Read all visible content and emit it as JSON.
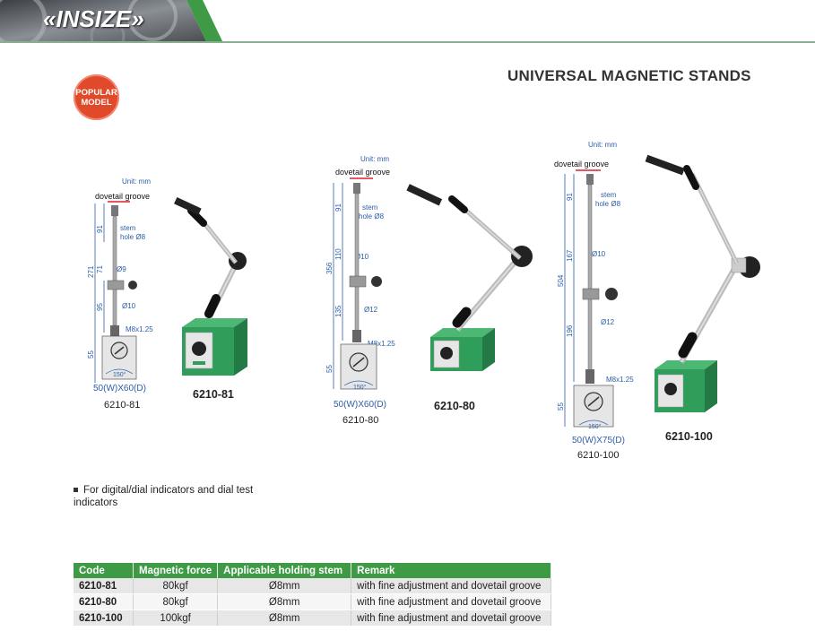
{
  "header": {
    "brand": "«INSIZE»",
    "title": "UNIVERSAL MAGNETIC STANDS"
  },
  "badge": {
    "line1": "POPULAR",
    "line2": "MODEL"
  },
  "colors": {
    "brand_green": "#3f9a46",
    "badge_red": "#e04a2a",
    "dim_blue": "#2c5ea8",
    "groove_red": "#d8232a",
    "base_green": "#2e9e5a"
  },
  "products": [
    {
      "model": "6210-81",
      "unit": "Unit: mm",
      "dovetail": "dovetail groove",
      "stem": "stem",
      "stem_hole": "hole Ø8",
      "dims": {
        "top": "91",
        "total": "271",
        "upper": "71",
        "lower": "95",
        "base": "55",
        "d1": "Ø9",
        "d2": "Ø10",
        "thread": "M8x1.25",
        "angle": "150°"
      },
      "base_size": "50(W)X60(D)",
      "caption": "6210-81"
    },
    {
      "model": "6210-80",
      "unit": "Unit: mm",
      "dovetail": "dovetail groove",
      "stem": "stem",
      "stem_hole": "hole Ø8",
      "dims": {
        "top": "91",
        "total": "356",
        "upper": "110",
        "lower": "135",
        "base": "55",
        "d1": "Ø10",
        "d2": "Ø12",
        "thread": "M8x1.25",
        "angle": "150°"
      },
      "base_size": "50(W)X60(D)",
      "caption": "6210-80"
    },
    {
      "model": "6210-100",
      "unit": "Unit: mm",
      "dovetail": "dovetail groove",
      "stem": "stem",
      "stem_hole": "hole Ø8",
      "dims": {
        "top": "91",
        "total": "504",
        "upper": "167",
        "lower": "196",
        "base": "55",
        "d1": "Ø10",
        "d2": "Ø12",
        "thread": "M8x1.25",
        "angle": "150°"
      },
      "base_size": "50(W)X75(D)",
      "caption": "6210-100"
    }
  ],
  "note": "For digital/dial indicators and dial test indicators",
  "table": {
    "headers": [
      "Code",
      "Magnetic force",
      "Applicable holding stem",
      "Remark"
    ],
    "rows": [
      [
        "6210-81",
        "80kgf",
        "Ø8mm",
        "with fine adjustment and dovetail groove"
      ],
      [
        "6210-80",
        "80kgf",
        "Ø8mm",
        "with fine adjustment and dovetail groove"
      ],
      [
        "6210-100",
        "100kgf",
        "Ø8mm",
        "with fine adjustment and dovetail groove"
      ]
    ]
  }
}
